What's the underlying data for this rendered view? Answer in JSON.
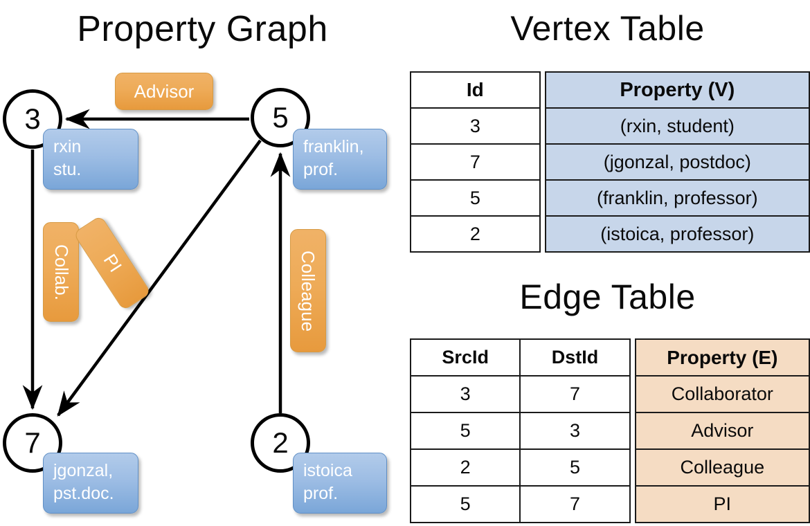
{
  "panels": {
    "graph_title": "Property Graph",
    "vertex_title": "Vertex Table",
    "edge_title": "Edge Table"
  },
  "graph": {
    "nodes": [
      {
        "id": "3",
        "property": "rxin\nstu."
      },
      {
        "id": "5",
        "property": "franklin,\nprof."
      },
      {
        "id": "7",
        "property": "jgonzal,\npst.doc."
      },
      {
        "id": "2",
        "property": "istoica\nprof."
      }
    ],
    "node_labels": {
      "n3": "3",
      "n5": "5",
      "n7": "7",
      "n2": "2"
    },
    "vertex_props": {
      "rxin_line1": "rxin",
      "rxin_line2": "stu.",
      "franklin_line1": "franklin,",
      "franklin_line2": "prof.",
      "jgonzal_line1": "jgonzal,",
      "jgonzal_line2": "pst.doc.",
      "istoica_line1": "istoica",
      "istoica_line2": "prof."
    },
    "edge_labels": {
      "advisor": "Advisor",
      "collab": "Collab.",
      "colleague": "Colleague",
      "pi": "PI"
    },
    "edges": [
      {
        "src": "5",
        "dst": "3",
        "label": "Advisor"
      },
      {
        "src": "3",
        "dst": "7",
        "label": "Collab."
      },
      {
        "src": "2",
        "dst": "5",
        "label": "Colleague"
      },
      {
        "src": "5",
        "dst": "7",
        "label": "PI"
      }
    ]
  },
  "vertex_table": {
    "headers": {
      "id": "Id",
      "property": "Property (V)"
    },
    "rows": [
      {
        "id": "3",
        "property": "(rxin, student)"
      },
      {
        "id": "7",
        "property": "(jgonzal, postdoc)"
      },
      {
        "id": "5",
        "property": "(franklin, professor)"
      },
      {
        "id": "2",
        "property": "(istoica, professor)"
      }
    ]
  },
  "edge_table": {
    "headers": {
      "src": "SrcId",
      "dst": "DstId",
      "property": "Property (E)"
    },
    "rows": [
      {
        "src": "3",
        "dst": "7",
        "property": "Collaborator"
      },
      {
        "src": "5",
        "dst": "3",
        "property": "Advisor"
      },
      {
        "src": "2",
        "dst": "5",
        "property": "Colleague"
      },
      {
        "src": "5",
        "dst": "7",
        "property": "PI"
      }
    ]
  },
  "colors": {
    "vertex_property_fill": "#c7d6ea",
    "edge_property_fill": "#f5dcc3",
    "node_box_blue": "#9dbde4",
    "edge_label_orange": "#eeab58",
    "stroke": "#000000"
  }
}
